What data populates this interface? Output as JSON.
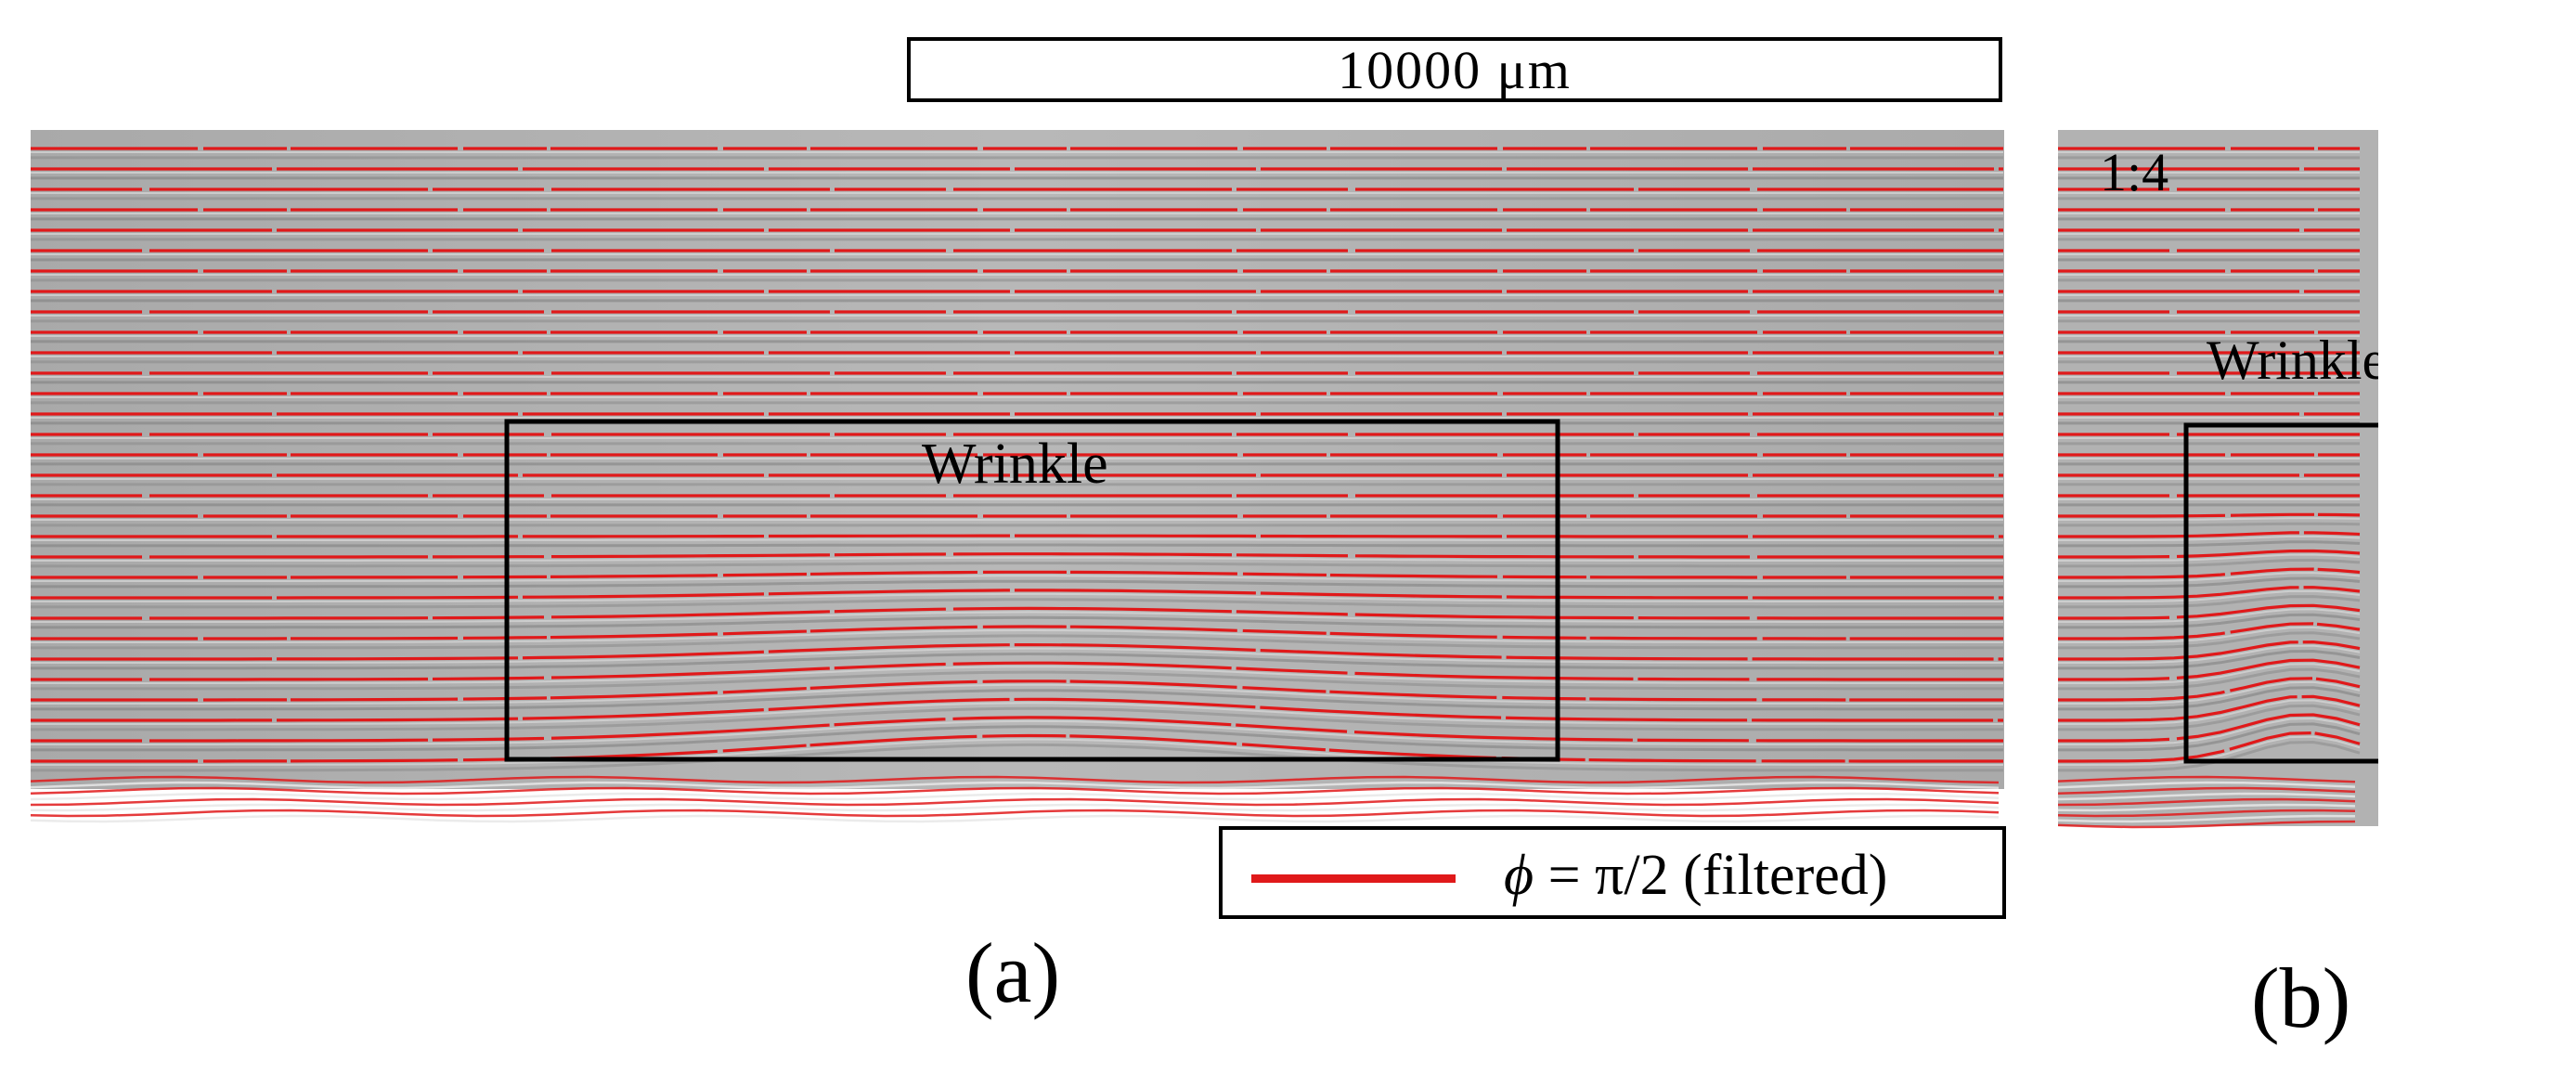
{
  "scale_bar": {
    "label": "10000 μm"
  },
  "panel_a": {
    "annotation": "Wrinkle",
    "panel_label": "(a)"
  },
  "panel_b": {
    "ratio_label": "1:4",
    "annotation": "Wrinkle",
    "panel_label": "(b)"
  },
  "legend": {
    "symbol": "ϕ",
    "text": " = π/2 (filtered)",
    "line_color": "#e0191a"
  },
  "colors": {
    "background_gray": "#b3b3b3",
    "fiber_line_red": "#e0191a",
    "box_outline": "#000000"
  }
}
